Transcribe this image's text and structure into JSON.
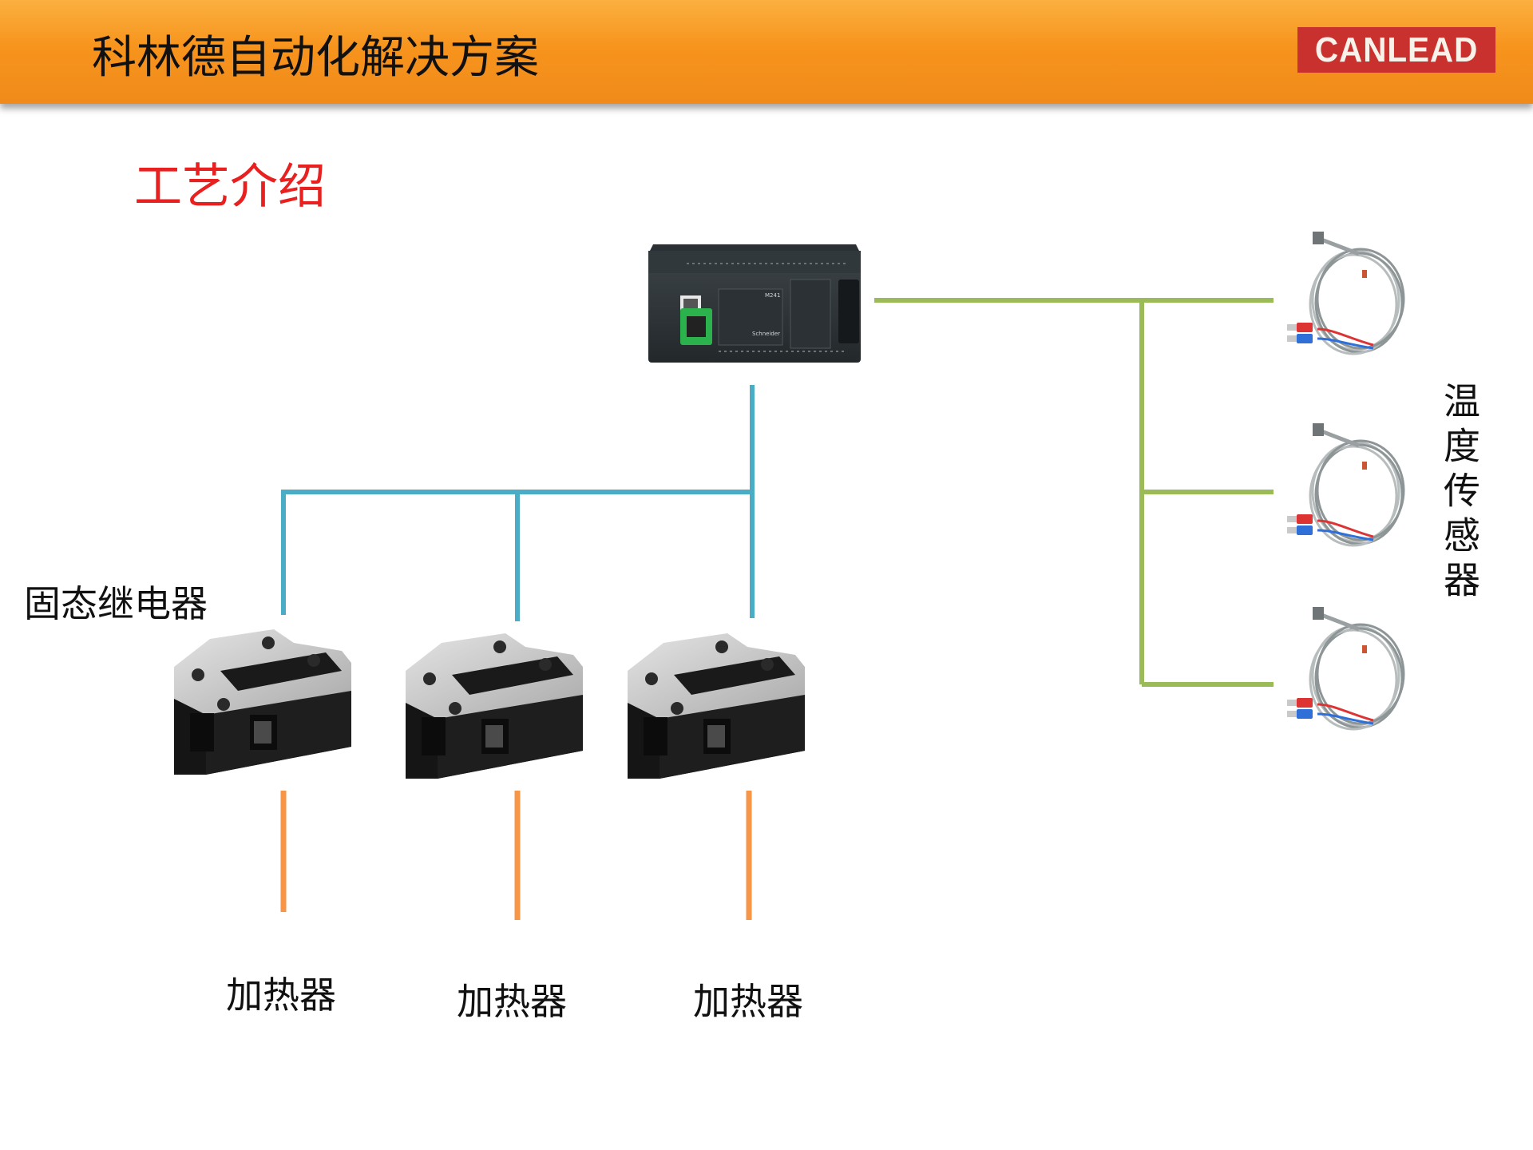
{
  "header": {
    "title": "科林德自动化解决方案",
    "logo_text": "CANLEAD",
    "logo_color": "#c8312e",
    "bar_color": "#f7941d"
  },
  "section": {
    "title": "工艺介绍",
    "title_color": "#e8201f"
  },
  "diagram": {
    "plc": {
      "model": "M241",
      "brand": "Schneider"
    },
    "relay_label": "固态继电器",
    "sensor_label": "温度传感器",
    "heaters": [
      "加热器",
      "加热器",
      "加热器"
    ],
    "relay_count": 3,
    "sensor_count": 3,
    "line_colors": {
      "plc_to_relays": "#4bacc6",
      "plc_to_sensors": "#9bbb59",
      "relay_to_heater": "#f79646"
    }
  }
}
